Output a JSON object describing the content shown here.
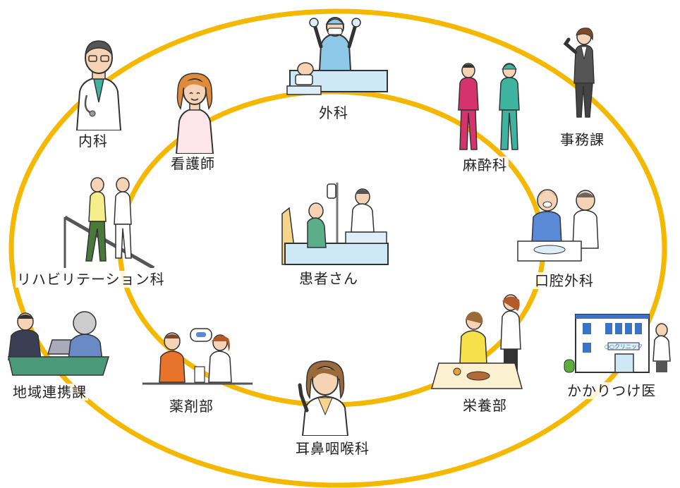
{
  "colors": {
    "ring": "#F5B800",
    "outline": "#333333",
    "skin": "#F6D3B4",
    "coat": "#FFFFFF",
    "accent_pink": "#D6336C",
    "accent_teal": "#3DB3A0",
    "bed": "#CFE8F5",
    "building_blue": "#3B73C4"
  },
  "labels": {
    "naika": "内科",
    "kangoshi": "看護師",
    "geka": "外科",
    "masuika": "麻酔科",
    "jimuka": "事務課",
    "rehab": "リハビリテーション科",
    "kanja": "患者さん",
    "koku": "口腔外科",
    "chiiki": "地域連携課",
    "yakuzai": "薬剤部",
    "jibi": "耳鼻咽喉科",
    "eiyo": "栄養部",
    "kakaritsuke": "かかりつけ医",
    "clinic_sign": "○○クリニック"
  },
  "icons": [
    "doctor-icon",
    "nurse-icon",
    "surgeon-icon",
    "anesthesia-staff-icon",
    "office-clerk-icon",
    "rehab-icon",
    "patient-bed-icon",
    "dental-icon",
    "consultation-icon",
    "pharmacy-icon",
    "ent-doctor-icon",
    "nutrition-icon",
    "clinic-building-icon"
  ]
}
